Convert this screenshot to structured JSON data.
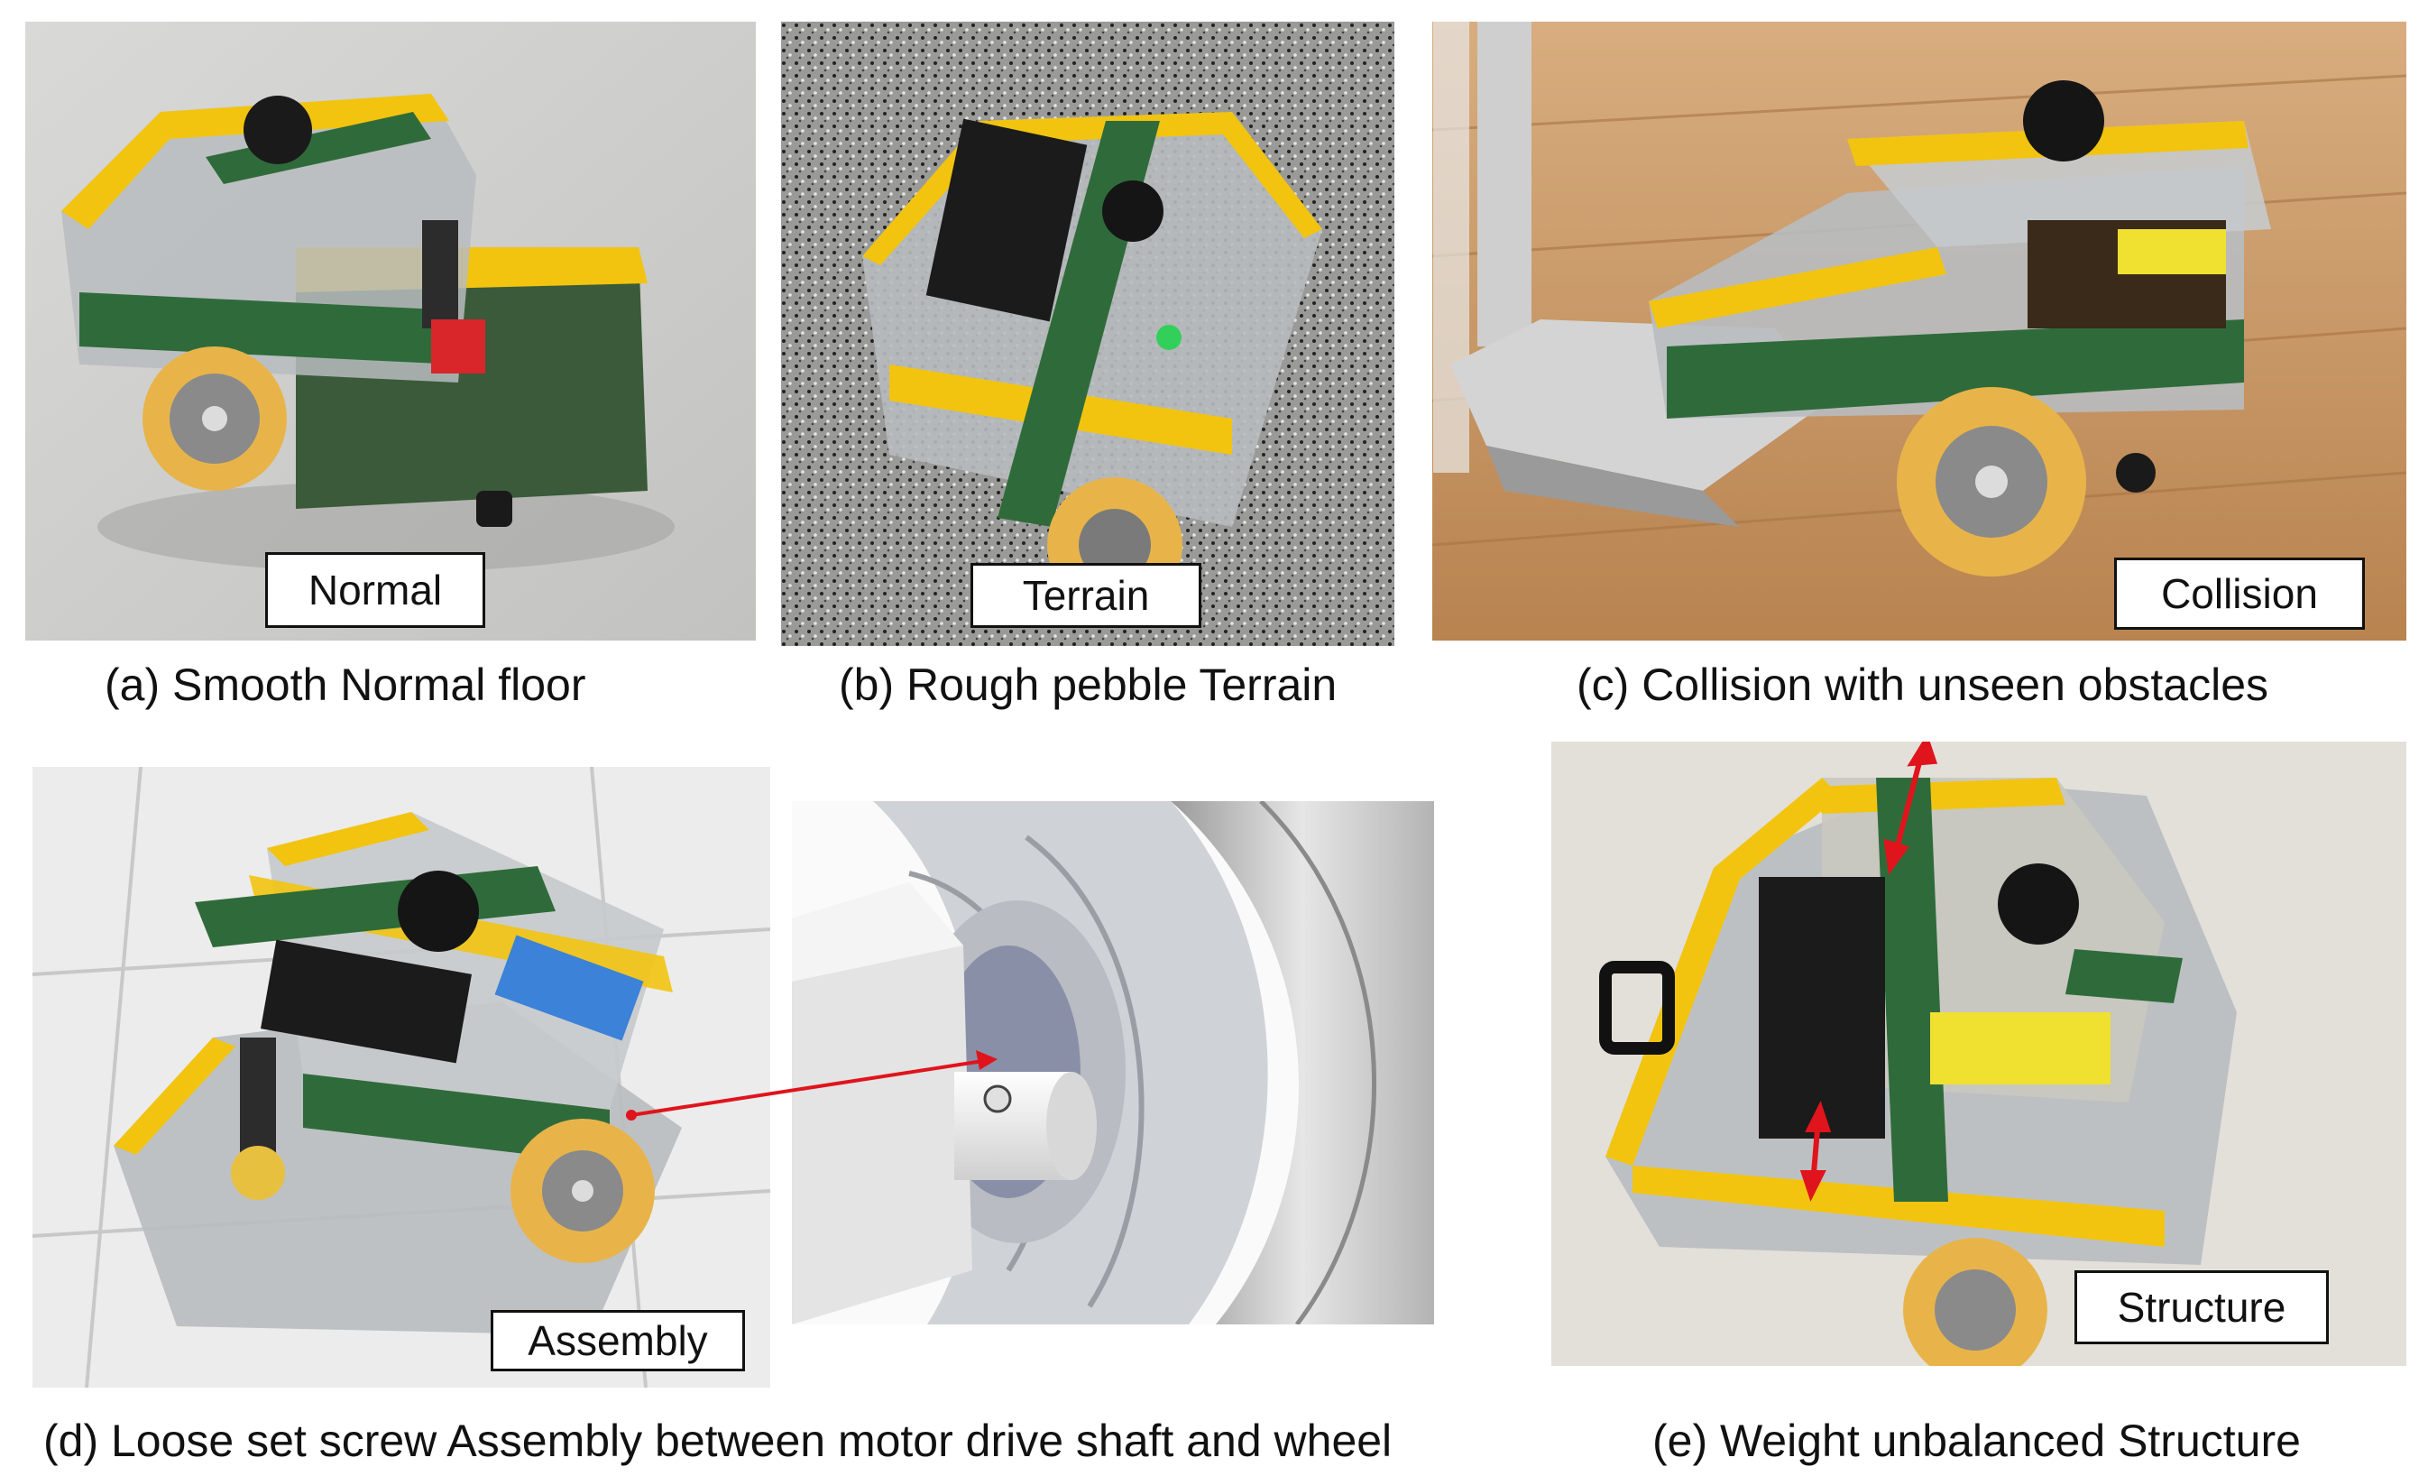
{
  "panels": {
    "a": {
      "tag": "Normal",
      "caption": "(a) Smooth Normal floor"
    },
    "b": {
      "tag": "Terrain",
      "caption": "(b) Rough pebble Terrain"
    },
    "c": {
      "tag": "Collision",
      "caption": "(c) Collision with unseen obstacles"
    },
    "d": {
      "tag": "Assembly",
      "caption": "(d) Loose set screw Assembly between motor drive shaft and wheel"
    },
    "e": {
      "tag": "Structure",
      "caption": "(e) Weight unbalanced Structure"
    }
  },
  "colors": {
    "robot_frame": "#f2c40f",
    "robot_band": "#2f6b3a",
    "wheel": "#e8b44a",
    "arrow": "#e0141c"
  }
}
